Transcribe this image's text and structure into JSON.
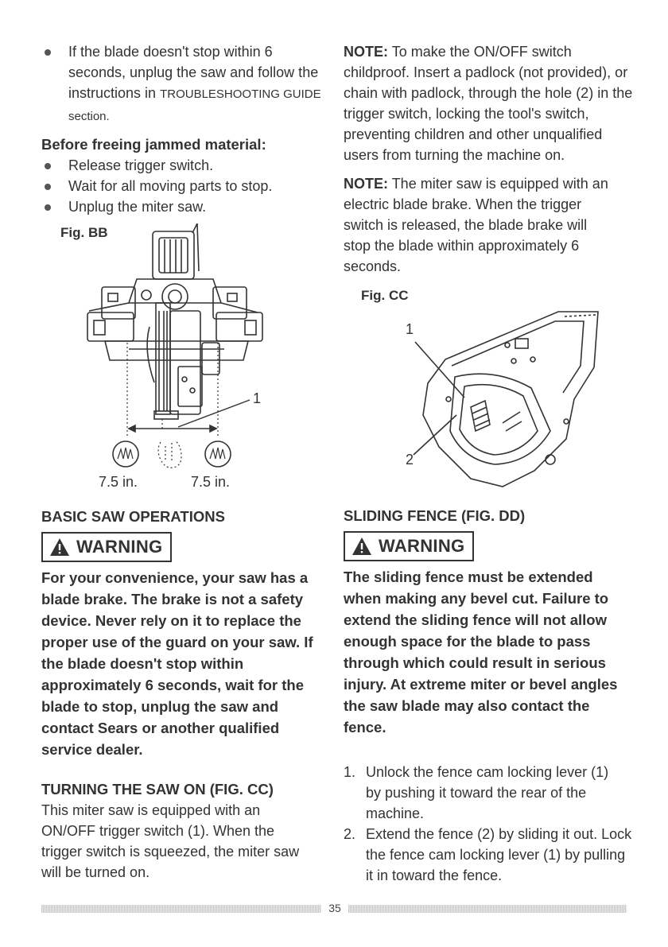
{
  "left": {
    "bullet1": "If the blade doesn't stop within 6 seconds, unplug the saw and follow the instructions in",
    "bullet1_tail": "TROUBLESHOOTING GUIDE section.",
    "jam_heading": "Before freeing jammed material:",
    "jam_bullets": [
      "Release trigger switch.",
      "Wait for all moving parts to stop.",
      "Unplug the miter saw."
    ],
    "fig_bb": {
      "label": "Fig. BB",
      "callout": "1",
      "dim_left": "7.5 in.",
      "dim_right": "7.5 in."
    },
    "basic_heading": "BASIC SAW OPERATIONS",
    "warning_label": "WARNING",
    "warning_text": "For your convenience, your saw has a blade brake. The brake is not a safety device. Never rely on it to replace the proper use of the guard on your saw. If the blade doesn't stop within approximately 6 seconds, wait for the blade to stop, unplug the saw and contact Sears or another qualified service dealer.",
    "turning_heading": "TURNING THE SAW ON (FIG. CC)",
    "turning_text": "This miter saw is equipped with an ON/OFF trigger switch (1). When the trigger switch is squeezed, the miter saw will be turned on."
  },
  "right": {
    "note1_key": "NOTE:",
    "note1_text": "To make the ON/OFF switch childproof. Insert a padlock (not provided), or chain with padlock, through the hole (2) in the trigger switch, locking the tool's switch, preventing children and other unqualified users from turning the machine on.",
    "note2_key": "NOTE:",
    "note2_text": "The miter saw is equipped with an electric blade brake. When the trigger switch is released, the blade brake will stop the blade within approximately 6 seconds.",
    "fig_cc": {
      "label": "Fig. CC",
      "callout1": "1",
      "callout2": "2"
    },
    "fence_heading": "SLIDING FENCE (FIG. DD)",
    "warning_label": "WARNING",
    "warning_text": "The sliding fence must be extended when making any bevel cut. Failure to extend the sliding fence will not allow enough space for the blade to pass through which could result in serious injury. At extreme miter or bevel angles the saw blade may also contact the fence.",
    "steps": [
      {
        "n": "1.",
        "text": "Unlock the fence cam locking lever (1) by pushing it toward the rear of the machine."
      },
      {
        "n": "2.",
        "text": "Extend the fence (2) by sliding it out. Lock the fence cam locking lever (1) by pulling it in toward the fence."
      }
    ]
  },
  "footer": {
    "page_number": "35"
  }
}
